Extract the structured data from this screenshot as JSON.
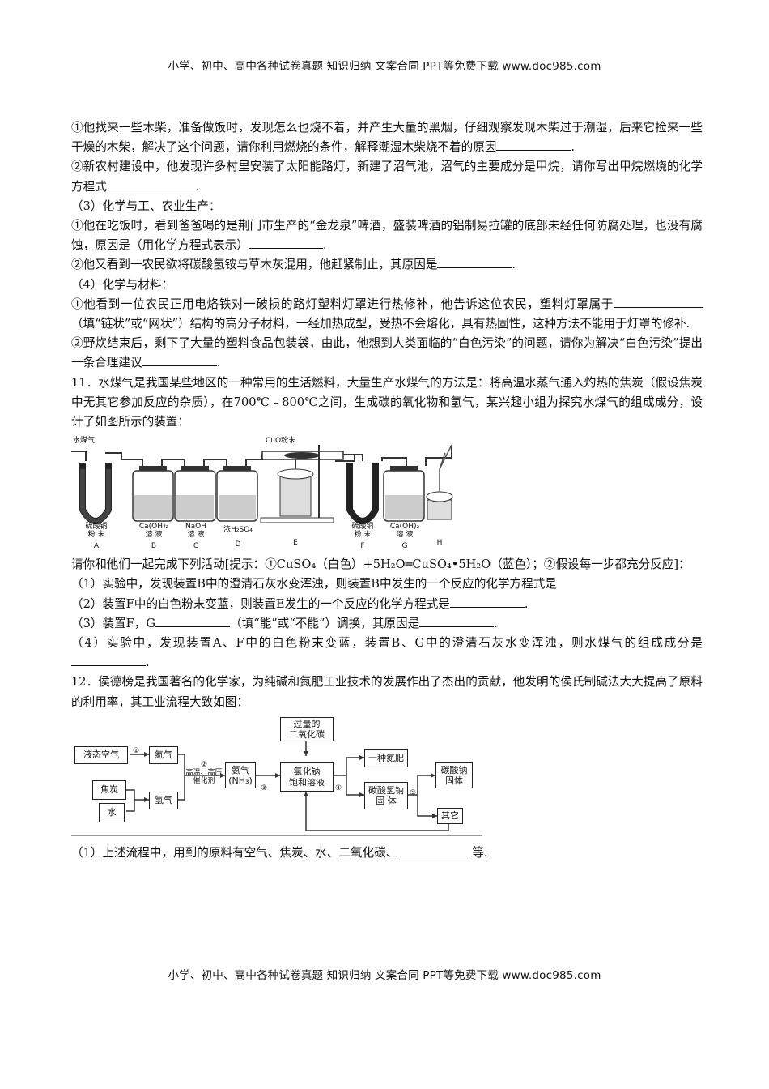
{
  "header": {
    "text": "小学、初中、高中各种试卷真题 知识归纳 文案合同 PPT等免费下载  www.doc985.com"
  },
  "footer": {
    "text": "小学、初中、高中各种试卷真题 知识归纳 文案合同 PPT等免费下载  www.doc985.com"
  },
  "paragraphs": {
    "p1a": "①他找来一些木柴，准备做饭时，发现怎么也烧不着，并产生大量的黑烟，仔细观察发现木柴过于潮湿，后来它捡来一些干燥的木柴，解决了这个问题，请你利用燃烧的条件，解释潮湿木柴烧不着的原因",
    "p2a": "②新农村建设中，他发现许多村里安装了太阳能路灯，新建了沼气池，沼气的主要成分是甲烷，请你写出甲烷燃烧的化学方程式",
    "s3": "（3）化学与工、农业生产：",
    "p3a": "①他在吃饭时，看到爸爸喝的是荆门市生产的“金龙泉”啤酒，盛装啤酒的铝制易拉罐的底部未经任何防腐处理，也没有腐蚀，原因是（用化学方程式表示）",
    "p4a": "②他又看到一农民欲将碳酸氢铵与草木灰混用，他赶紧制止，其原因是",
    "s4": "（4）化学与材料：",
    "p5a": "①他看到一位农民正用电烙铁对一破损的路灯塑料灯罩进行热修补，他告诉这位农民，塑料灯罩属于",
    "p5b": "（填“链状”或“网状”）结构的高分子材料，一经加热成型，受热不会熔化，具有热固性，这种方法不能用于灯罩的修补.",
    "p6a": "②野炊结束后，剩下了大量的塑料食品包装袋，由此，他想到人类面临的“白色污染”的问题，请你为解决“白色污染”提出一条合理建议",
    "q11": "11．水煤气是我国某些地区的一种常用的生活燃料，大量生产水煤气的方法是：将高温水蒸气通入灼热的焦炭（假设焦炭中无其它参加反应的杂质），在700℃﹣800℃之间，生成碳的氧化物和氢气，某兴趣小组为探究水煤气的组成成分，设计了如图所示的装置：",
    "hint": "请你和他们一起完成下列活动[提示：①CuSO₄（白色）+5H₂O═CuSO₄•5H₂O（蓝色）；②假设每一步都充分反应]：",
    "q11_1": "（1）实验中，发现装置B中的澄清石灰水变浑浊，则装置B中发生的一个反应的化学方程式是",
    "q11_2": "（2）装置F中的白色粉末变蓝，则装置E发生的一个反应的化学方程式是",
    "q11_3a": "（3）装置F，G",
    "q11_3b": "（填“能”或“不能”）调换，其原因是",
    "q11_4": "（4）实验中，发现装置A、F中的白色粉末变蓝，装置B、G中的澄清石灰水变浑浊，则水煤气的组成成分是",
    "q12": "12．侯德榜是我国著名的化学家，为纯碱和氮肥工业技术的发展作出了杰出的贡献，他发明的侯氏制碱法大大提高了原料的利用率，其工业流程大致如图：",
    "q12_1a": "（1）上述流程中，用到的原料有空气、焦炭、水、二氧化碳、",
    "q12_1b": "等."
  },
  "punct": {
    "period": ".",
    "period2": "."
  },
  "apparatus": {
    "inlet_label": "水煤气",
    "top_label": "CuO粉末",
    "units": [
      {
        "id": "A",
        "line1": "硫酸铜",
        "line2": "粉  末"
      },
      {
        "id": "B",
        "line1": "Ca(OH)₂",
        "line2": "溶  液"
      },
      {
        "id": "C",
        "line1": "NaOH",
        "line2": "溶  液"
      },
      {
        "id": "D",
        "line1": "浓H₂SO₄",
        "line2": ""
      },
      {
        "id": "E",
        "line1": "",
        "line2": ""
      },
      {
        "id": "F",
        "line1": "硫酸铜",
        "line2": "粉  末"
      },
      {
        "id": "G",
        "line1": "Ca(OH)₂",
        "line2": "溶  液"
      },
      {
        "id": "H",
        "line1": "",
        "line2": ""
      }
    ]
  },
  "flow": {
    "boxes": {
      "liquid_air": "液态空气",
      "nitrogen": "氮气",
      "coke": "焦炭",
      "water": "水",
      "hydrogen": "氢气",
      "ammonia1": "氨气",
      "ammonia2": "(NH₃)",
      "excess_co2_1": "过量的",
      "excess_co2_2": "二氧化碳",
      "nacl1": "氯化钠",
      "nacl2": "饱和溶液",
      "fertilizer": "一种氮肥",
      "nahco3_1": "碳酸氢钠",
      "nahco3_2": "固  体",
      "na2co3_1": "碳酸钠",
      "na2co3_2": "固体",
      "other": "其它"
    },
    "conditions": {
      "line1": "高温、高压",
      "line2": "催化剂"
    },
    "steps": [
      "①",
      "②",
      "③",
      "④",
      "⑤"
    ]
  }
}
